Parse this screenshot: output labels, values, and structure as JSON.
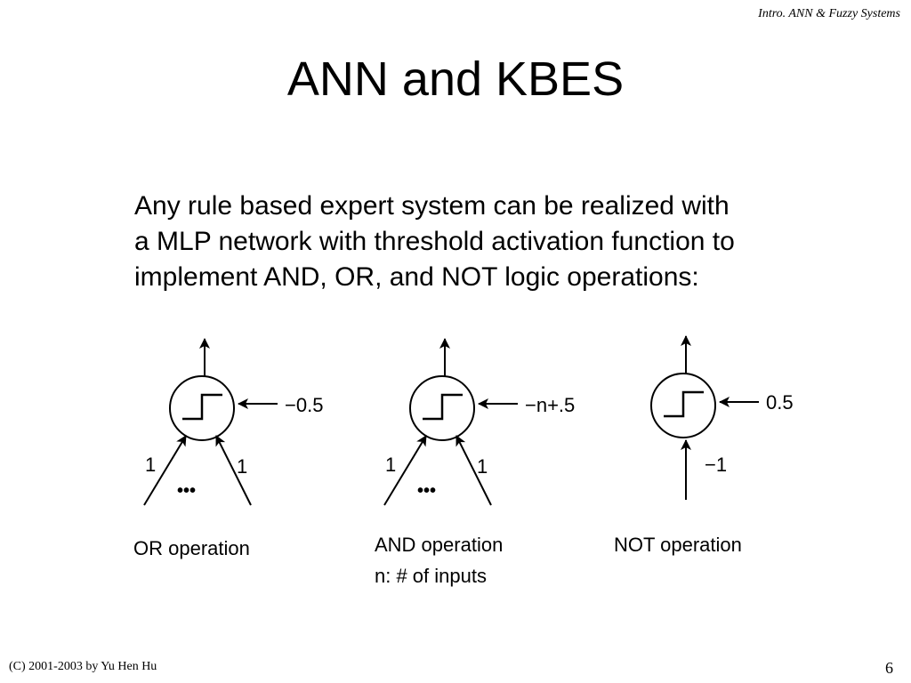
{
  "header": {
    "note": "Intro. ANN & Fuzzy Systems"
  },
  "title": "ANN and KBES",
  "body": {
    "lines": [
      "Any rule based expert system can be realized with",
      "a MLP network with threshold activation function to",
      "implement AND, OR, and NOT logic operations:"
    ]
  },
  "diagrams": {
    "or": {
      "bias": "−0.5",
      "w1": "1",
      "w2": "1",
      "dots": "•••",
      "label": "OR operation"
    },
    "and": {
      "bias": "−n+.5",
      "w1": "1",
      "w2": "1",
      "dots": "•••",
      "label": "AND operation",
      "sublabel": "n: # of inputs"
    },
    "not": {
      "bias": "0.5",
      "w1": "−1",
      "label": "NOT operation"
    }
  },
  "footer": {
    "copyright": "(C) 2001-2003  by Yu Hen Hu",
    "page": "6"
  }
}
